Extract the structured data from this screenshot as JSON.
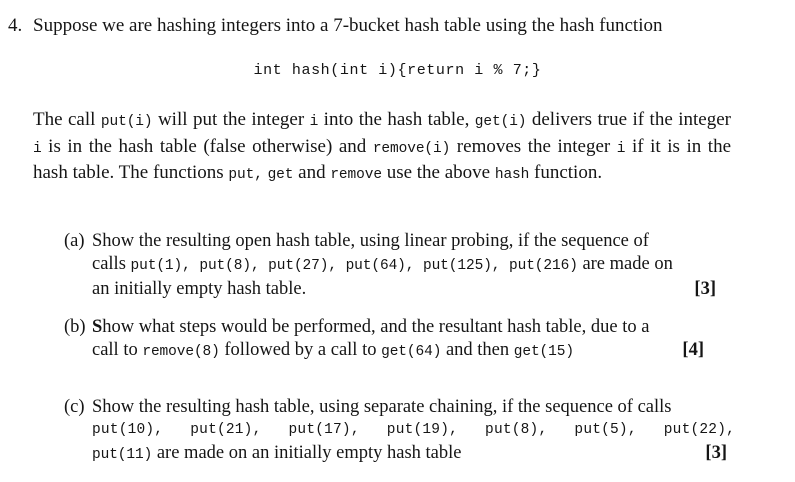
{
  "document": {
    "background_color": "#ffffff",
    "text_color": "#151515"
  },
  "question": {
    "number": "4.",
    "heading": "Suppose we are hashing integers into a 7-bucket hash table using  the hash function",
    "code": "int hash(int i){return i % 7;}",
    "body": {
      "t1": "The call ",
      "c1": "put(i)",
      "t2": " will put the integer ",
      "c2": "i",
      "t3": " into the hash table, ",
      "c3": "get(i)",
      "t4": " delivers true if the integer ",
      "c4": "i",
      "t5": " is in the hash table (false otherwise) and ",
      "c5": "remove(i)",
      "t6": " removes the integer ",
      "c6": "i",
      "t7": " if it is in the hash table. The functions ",
      "c7": "put,",
      "t8": " ",
      "c8": "get",
      "t9": " and ",
      "c9": "remove",
      "t10": " use the above ",
      "c10": "hash",
      "t11": " function."
    },
    "parts": [
      {
        "label": "(a)",
        "mark": "[3]",
        "line1": "Show the resulting open hash table, using linear probing, if the sequence of",
        "line2_prefix": "calls ",
        "line2_code": "put(1), put(8), put(27), put(64), put(125), put(216)",
        "line2_suffix": " are made on",
        "line3": "an initially empty hash table."
      },
      {
        "label": "(b)",
        "mark": "[4]",
        "line1_bold": "S",
        "line1_rest": "how what steps would be performed, and the resultant hash table, due to a",
        "line2_prefix": "call to ",
        "line2_code1": "remove(8)",
        "line2_mid1": " followed by a call to ",
        "line2_code2": "get(64)",
        "line2_mid2": " and then ",
        "line2_code3": "get(15)"
      },
      {
        "label": "(c)",
        "mark": "[3]",
        "line1": "Show the resulting hash table, using separate chaining, if the sequence of calls",
        "line2_code": "put(10), put(21), put(17), put(19), put(8), put(5), put(22),",
        "line3_code": "put(11)",
        "line3_text": " are made on an initially empty hash table"
      }
    ]
  }
}
